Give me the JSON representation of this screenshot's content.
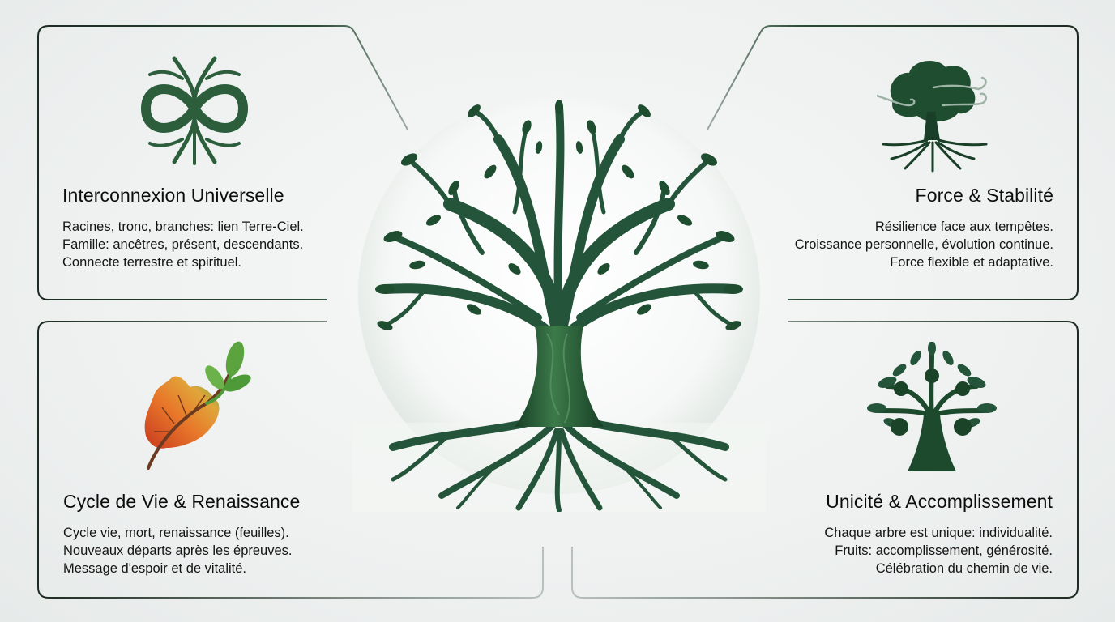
{
  "colors": {
    "tree_dark": "#1d4a2c",
    "tree_mid": "#2f6a3f",
    "tree_light": "#4f8a5c",
    "border_dark": "#1c2b22",
    "connector_gray": "#b5bcb8",
    "leaf_orange": "#e8782a",
    "leaf_red": "#c8391f",
    "leaf_green": "#5aa33f",
    "background": "#eef1f0"
  },
  "center": {
    "illustration": "tree-of-life-icon"
  },
  "panels": [
    {
      "id": "interconnexion",
      "position": "top-left",
      "icon": "infinity-tree-icon",
      "title": "Interconnexion Universelle",
      "lines": [
        "Racines, tronc, branches: lien Terre-Ciel.",
        "Famille: ancêtres, présent, descendants.",
        "Connecte terrestre et spirituel."
      ]
    },
    {
      "id": "force",
      "position": "top-right",
      "icon": "windswept-tree-icon",
      "title": "Force & Stabilité",
      "lines": [
        "Résilience face aux tempêtes.",
        "Croissance personnelle, évolution continue.",
        "Force flexible et adaptative."
      ]
    },
    {
      "id": "cycle",
      "position": "bottom-left",
      "icon": "autumn-spring-leaf-icon",
      "title": "Cycle de Vie & Renaissance",
      "lines": [
        "Cycle vie, mort, renaissance (feuilles).",
        "Nouveaux départs après les épreuves.",
        "Message d'espoir et de vitalité."
      ]
    },
    {
      "id": "unicite",
      "position": "bottom-right",
      "icon": "fruit-tree-icon",
      "title": "Unicité & Accomplissement",
      "lines": [
        "Chaque arbre est unique: individualité.",
        "Fruits: accomplissement, générosité.",
        "Célébration du chemin de vie."
      ]
    }
  ]
}
